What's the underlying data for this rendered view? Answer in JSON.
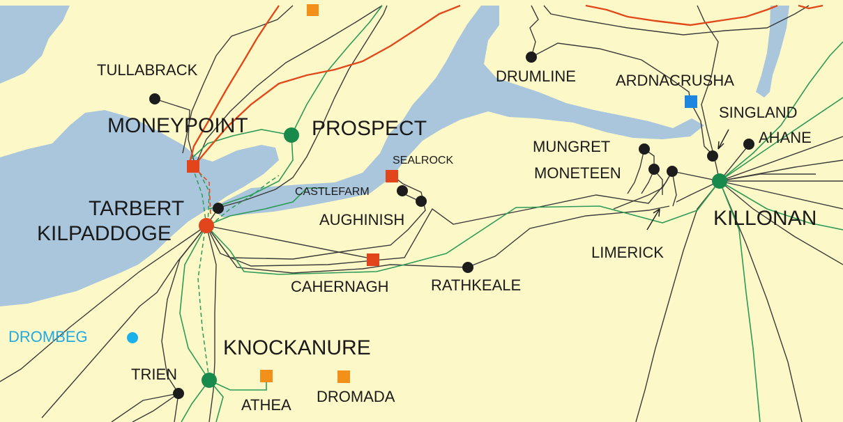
{
  "colors": {
    "land": "#fdf8c7",
    "water": "#a9c6dc",
    "line_black": "#3a3a3a",
    "line_green": "#2c9b57",
    "line_red": "#e2491a",
    "node_black": "#1c1c1c",
    "node_green": "#188a4c",
    "node_red": "#e2441c",
    "node_orange": "#f39019",
    "node_blue": "#1f86e0",
    "node_cyan": "#1ab0ea",
    "label_cyan": "#22a9e2"
  },
  "stations": {
    "tullabrack": "TULLABRACK",
    "moneypoint": "MONEYPOINT",
    "prospect": "PROSPECT",
    "tarbert": "TARBERT",
    "kilpaddoge": "KILPADDOGE",
    "sealrock": "SEALROCK",
    "castlefarm": "CASTLEFARM",
    "aughinish": "AUGHINISH",
    "cahernagh": "CAHERNAGH",
    "rathkeale": "RATHKEALE",
    "drumline": "DRUMLINE",
    "ardnacrusha": "ARDNACRUSHA",
    "singland": "SINGLAND",
    "ahane": "AHANE",
    "mungret": "MUNGRET",
    "moneteen": "MONETEEN",
    "killonan": "KILLONAN",
    "limerick": "LIMERICK",
    "drombeg": "DROMBEG",
    "knockanure": "KNOCKANURE",
    "trien": "TRIEN",
    "athea": "ATHEA",
    "dromada": "DROMADA"
  }
}
